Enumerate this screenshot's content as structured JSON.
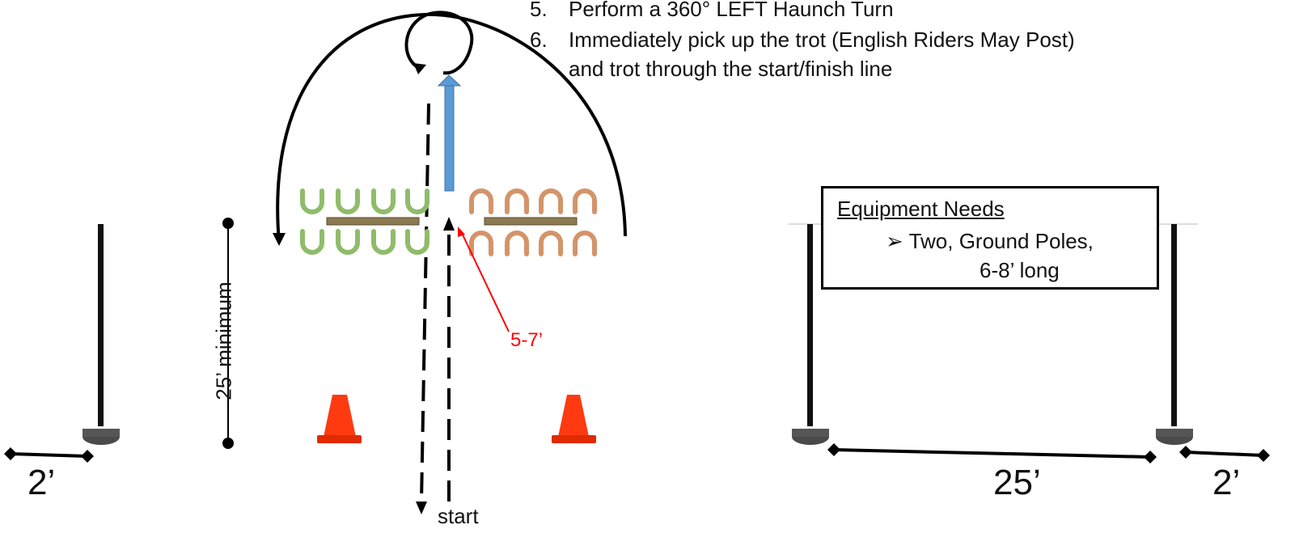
{
  "instructions": [
    {
      "num": "5.",
      "text": "Perform a 360° LEFT Haunch Turn"
    },
    {
      "num": "6.",
      "text": "Immediately pick up the trot (English Riders May Post)"
    },
    {
      "num": "",
      "text": "and trot through the start/finish line"
    }
  ],
  "equipment": {
    "title": "Equipment Needs",
    "bullet": "➢",
    "item_line1": "Two,  Ground Poles,",
    "item_line2": "6-8’ long"
  },
  "labels": {
    "minimum": "25’ minimum",
    "gap": "5-7’",
    "start": "start",
    "left_width": "2’",
    "span_width": "25’",
    "right_width": "2’"
  },
  "colors": {
    "green_shoe": "#8fbc6a",
    "copper_shoe": "#d4946a",
    "pole": "#8b7a52",
    "cone": "#ff3a10",
    "blue_arrow": "#5b9bd5",
    "red_annotation": "#ff0000"
  }
}
